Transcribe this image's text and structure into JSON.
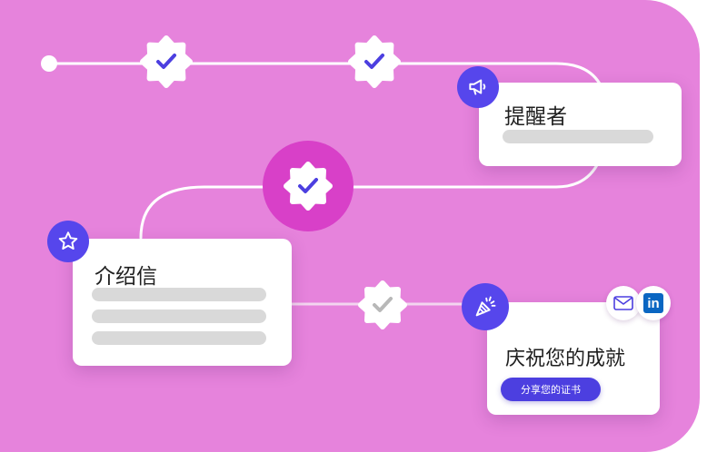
{
  "colors": {
    "background": "#e683dc",
    "accent": "#4c3fe0",
    "highlight": "#d840c8",
    "check_complete": "#4c3fe0",
    "check_pending": "#b8b8b8"
  },
  "cards": {
    "reminders": {
      "title": "提醒者",
      "icon": "megaphone-icon"
    },
    "recommendation": {
      "title": "介绍信",
      "icon": "star-icon"
    },
    "celebrate": {
      "title": "庆祝您的成就",
      "icon": "party-popper-icon",
      "button_label": "分享您的证书",
      "share_icons": [
        "mail-icon",
        "linkedin-icon"
      ],
      "linkedin_text": "in"
    }
  },
  "milestones": [
    {
      "icon": "check-badge-icon",
      "state": "complete"
    },
    {
      "icon": "check-badge-icon",
      "state": "complete"
    },
    {
      "icon": "check-badge-icon",
      "state": "complete-highlighted"
    },
    {
      "icon": "check-badge-icon",
      "state": "pending"
    }
  ]
}
